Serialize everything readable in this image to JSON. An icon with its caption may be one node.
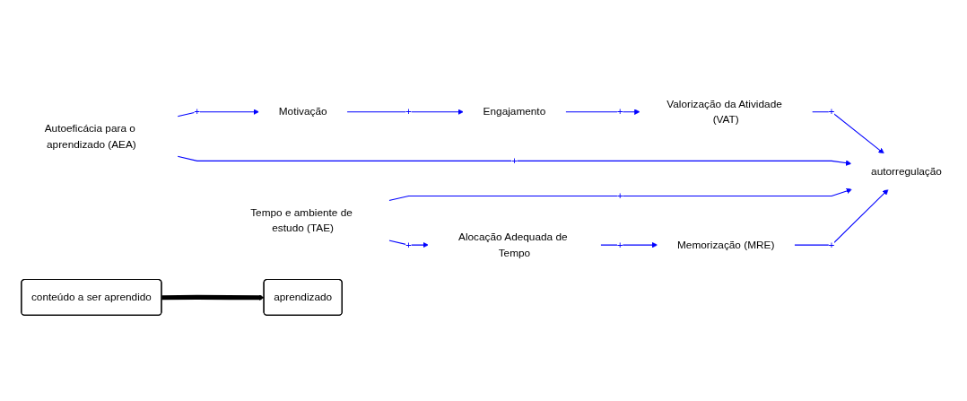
{
  "diagram": {
    "nodes": [
      {
        "text": [
          "Autoeficácia para o aprendizado (AEA)"
        ]
      },
      {
        "text": [
          "Motivação"
        ]
      },
      {
        "text": [
          "Engajamento"
        ]
      },
      {
        "text": [
          "Valorização da Atividade (VAT)"
        ]
      },
      {
        "text": [
          "conteúdo a ser aprendido"
        ]
      },
      {
        "text": [
          "aprendizado"
        ]
      },
      {
        "text": [
          "autorregulação"
        ]
      },
      {
        "text": [
          "Tempo e ambiente de estudo (TAE)"
        ]
      },
      {
        "text": [
          "Alocação Adequada de Tempo"
        ]
      },
      {
        "text": [
          "Memorização (MRE)"
        ]
      }
    ],
    "edges": [
      {
        "from": 0,
        "to": 1,
        "arrow": "to",
        "label": "+"
      },
      {
        "from": 1,
        "to": 2,
        "arrow": "to",
        "label": "+"
      },
      {
        "from": 2,
        "to": 3,
        "arrow": "to",
        "label": "+"
      },
      {
        "from": 4,
        "to": 5,
        "arrow": "to",
        "style": "thick",
        "color": "#000000"
      },
      {
        "from": 0,
        "to": 6,
        "arrow": "to",
        "label": "+"
      },
      {
        "from": 3,
        "to": 6,
        "arrow": "to",
        "label": "+"
      },
      {
        "from": 7,
        "to": 6,
        "arrow": "to",
        "label": "+"
      },
      {
        "from": 9,
        "to": 6,
        "arrow": "to",
        "label": "+"
      },
      {
        "from": 7,
        "to": 8,
        "arrow": "to",
        "label": "+"
      },
      {
        "from": 8,
        "to": 9,
        "arrow": "to",
        "label": "+"
      }
    ]
  }
}
